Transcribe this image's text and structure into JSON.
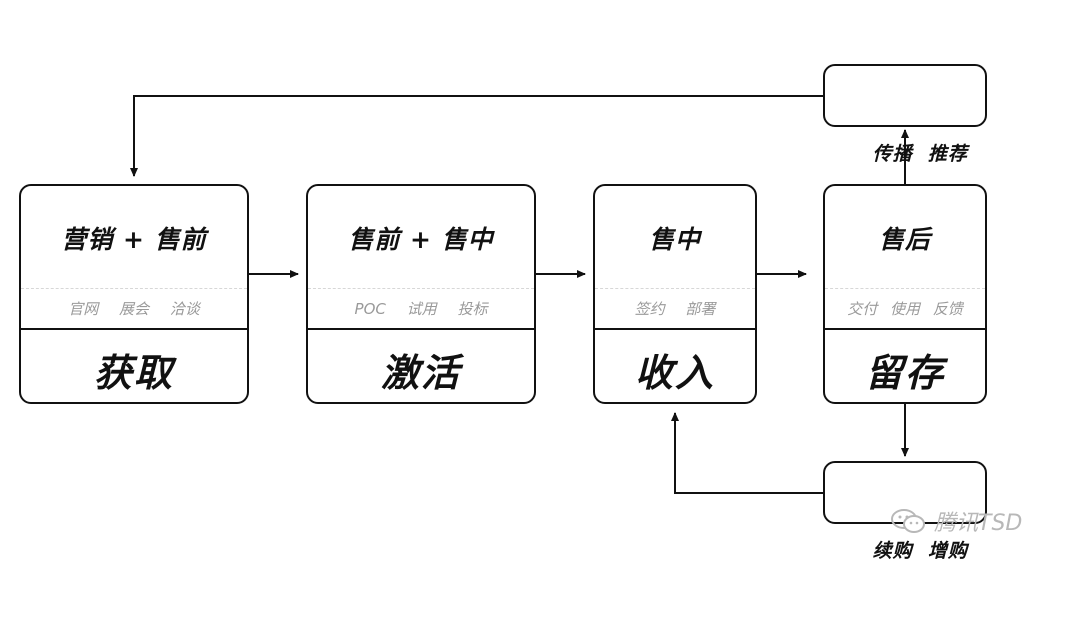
{
  "stages": [
    {
      "header": "营销 + 售前",
      "tags": [
        "官网",
        "展会",
        "洽谈"
      ],
      "name": "获取"
    },
    {
      "header": "售前 + 售中",
      "tags": [
        "POC",
        "试用",
        "投标"
      ],
      "name": "激活"
    },
    {
      "header": "售中",
      "tags": [
        "签约",
        "部署"
      ],
      "name": "收入"
    },
    {
      "header": "售后",
      "tags": [
        "交付",
        "使用",
        "反馈"
      ],
      "name": "留存"
    }
  ],
  "loops": {
    "referral": "传播  推荐",
    "repurchase": "续购  增购"
  },
  "watermark": {
    "text": "腾讯TSD",
    "icon": "wechat-icon"
  },
  "colors": {
    "stroke": "#111111",
    "muted": "#9a9a9a",
    "dashed": "#d7d7d7",
    "watermark": "#b8b8b8"
  }
}
